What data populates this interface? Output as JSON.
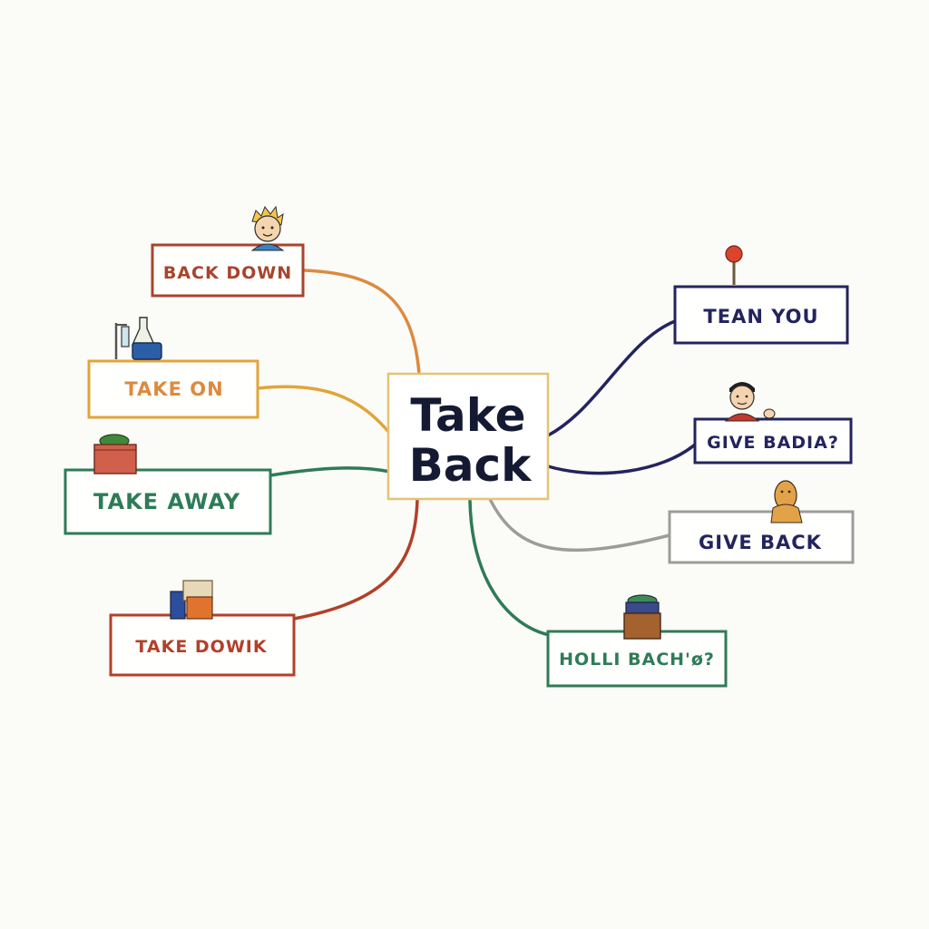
{
  "colors": {
    "background": "#fbfbf7",
    "center_border": "#e3c473",
    "center_text": "#151a33",
    "orange_brown": "#a8442e",
    "orange": "#dc8a3f",
    "gold": "#e0a53a",
    "green": "#2e7b57",
    "red": "#b2402a",
    "navy": "#23245e",
    "gray": "#9c9c9c"
  },
  "center": {
    "line1": "Take",
    "line2": "Back"
  },
  "nodes": {
    "back_down": "BACK DOWN",
    "take_on": "TAKE ON",
    "take_away": "TAKE AWAY",
    "take_dowik": "TAKE DOWIK",
    "tean_you": "TEAN YOU",
    "give_badia": "GIVE BADIA?",
    "give_back": "GIVE BACK",
    "holli_bach": "HOLLI BACH'ø?"
  },
  "icons": {
    "back_down": "boy-face-icon",
    "take_on": "lab-flask-icon",
    "take_away": "plant-box-icon",
    "take_dowik": "jars-icon",
    "tean_you": "pin-icon",
    "give_badia": "waving-boy-icon",
    "give_back": "thinking-figure-icon",
    "holli_bach": "basket-icon"
  }
}
